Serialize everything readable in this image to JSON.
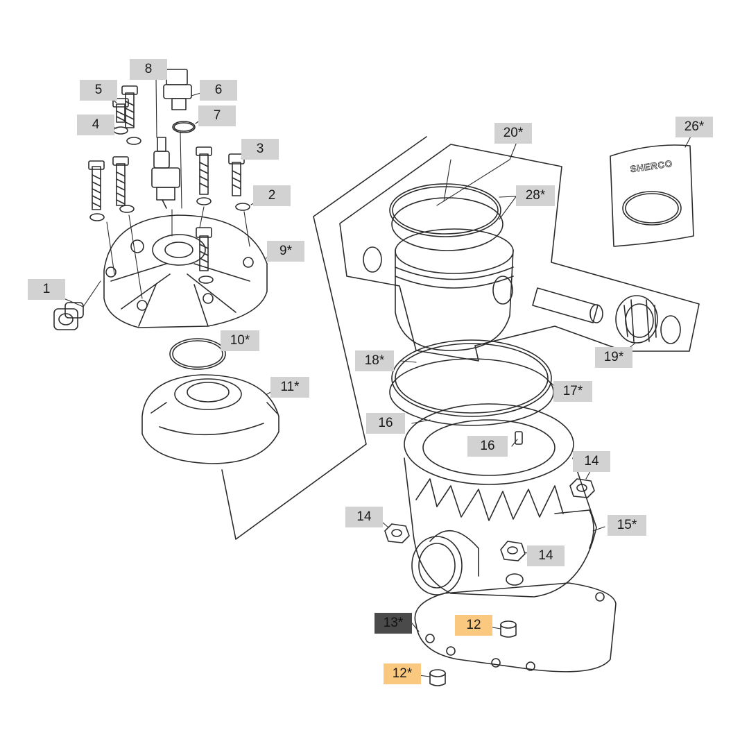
{
  "callouts": [
    {
      "id": "1",
      "text": "1",
      "style": "normal"
    },
    {
      "id": "2",
      "text": "2",
      "style": "normal"
    },
    {
      "id": "3",
      "text": "3",
      "style": "normal"
    },
    {
      "id": "4",
      "text": "4",
      "style": "normal"
    },
    {
      "id": "5",
      "text": "5",
      "style": "normal"
    },
    {
      "id": "6",
      "text": "6",
      "style": "normal"
    },
    {
      "id": "7",
      "text": "7",
      "style": "normal"
    },
    {
      "id": "8",
      "text": "8",
      "style": "normal"
    },
    {
      "id": "9",
      "text": "9*",
      "style": "normal"
    },
    {
      "id": "10",
      "text": "10*",
      "style": "normal"
    },
    {
      "id": "11",
      "text": "11*",
      "style": "normal"
    },
    {
      "id": "12a",
      "text": "12",
      "style": "highlight"
    },
    {
      "id": "12b",
      "text": "12*",
      "style": "highlight"
    },
    {
      "id": "13",
      "text": "13*",
      "style": "dark"
    },
    {
      "id": "14a",
      "text": "14",
      "style": "normal"
    },
    {
      "id": "14b",
      "text": "14",
      "style": "normal"
    },
    {
      "id": "14c",
      "text": "14",
      "style": "normal"
    },
    {
      "id": "15",
      "text": "15*",
      "style": "normal"
    },
    {
      "id": "16a",
      "text": "16",
      "style": "normal"
    },
    {
      "id": "16b",
      "text": "16",
      "style": "normal"
    },
    {
      "id": "17",
      "text": "17*",
      "style": "normal"
    },
    {
      "id": "18",
      "text": "18*",
      "style": "normal"
    },
    {
      "id": "19",
      "text": "19*",
      "style": "normal"
    },
    {
      "id": "20",
      "text": "20*",
      "style": "normal"
    },
    {
      "id": "26",
      "text": "26*",
      "style": "normal"
    },
    {
      "id": "28",
      "text": "28*",
      "style": "normal"
    }
  ],
  "kit_logo": "SHERCO",
  "colors": {
    "label_bg": "#d2d2d2",
    "label_highlight": "#fbc87f",
    "label_dark": "#4a4a4a",
    "line": "#2b2b2b"
  }
}
